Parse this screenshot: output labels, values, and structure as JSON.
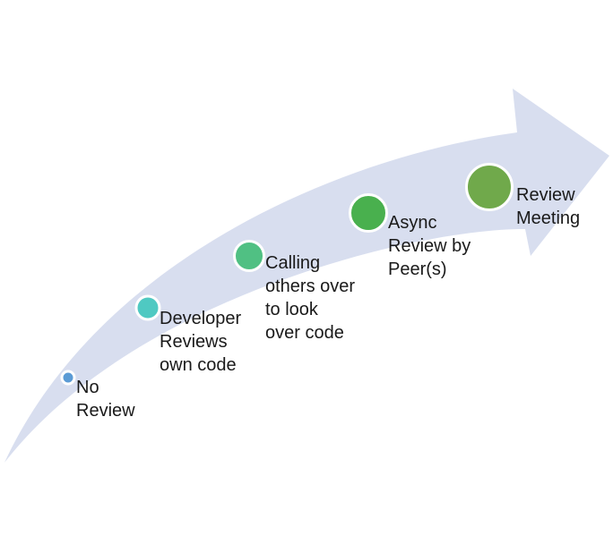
{
  "arrow": {
    "name": "growth-arrow",
    "color": "#d8deef",
    "direction": "bottom-left to top-right"
  },
  "steps": [
    {
      "label": "No\nReview",
      "color": "#5b9bd5"
    },
    {
      "label": "Developer\nReviews\nown code",
      "color": "#4fc9c2"
    },
    {
      "label": "Calling\nothers over\nto look\nover code",
      "color": "#50c083"
    },
    {
      "label": "Async\nReview by\nPeer(s)",
      "color": "#49b04e"
    },
    {
      "label": "Review\nMeeting",
      "color": "#70a94b"
    }
  ],
  "marker_ring_color": "#ffffff"
}
